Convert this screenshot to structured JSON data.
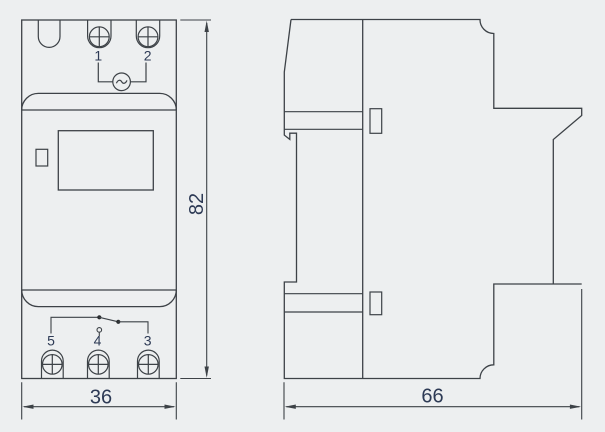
{
  "drawing": {
    "type": "technical-dimension-drawing",
    "subject": "DIN-rail timer switch, front and side views"
  },
  "colors": {
    "background": "#edeff0",
    "line": "#3d4247",
    "text": "#2d3a55"
  },
  "front_view": {
    "terminal_top_labels": [
      "1",
      "2"
    ],
    "terminal_bottom_labels": [
      "5",
      "4",
      "3"
    ],
    "dim_height": "82",
    "dim_width": "36"
  },
  "side_view": {
    "dim_depth": "66"
  }
}
